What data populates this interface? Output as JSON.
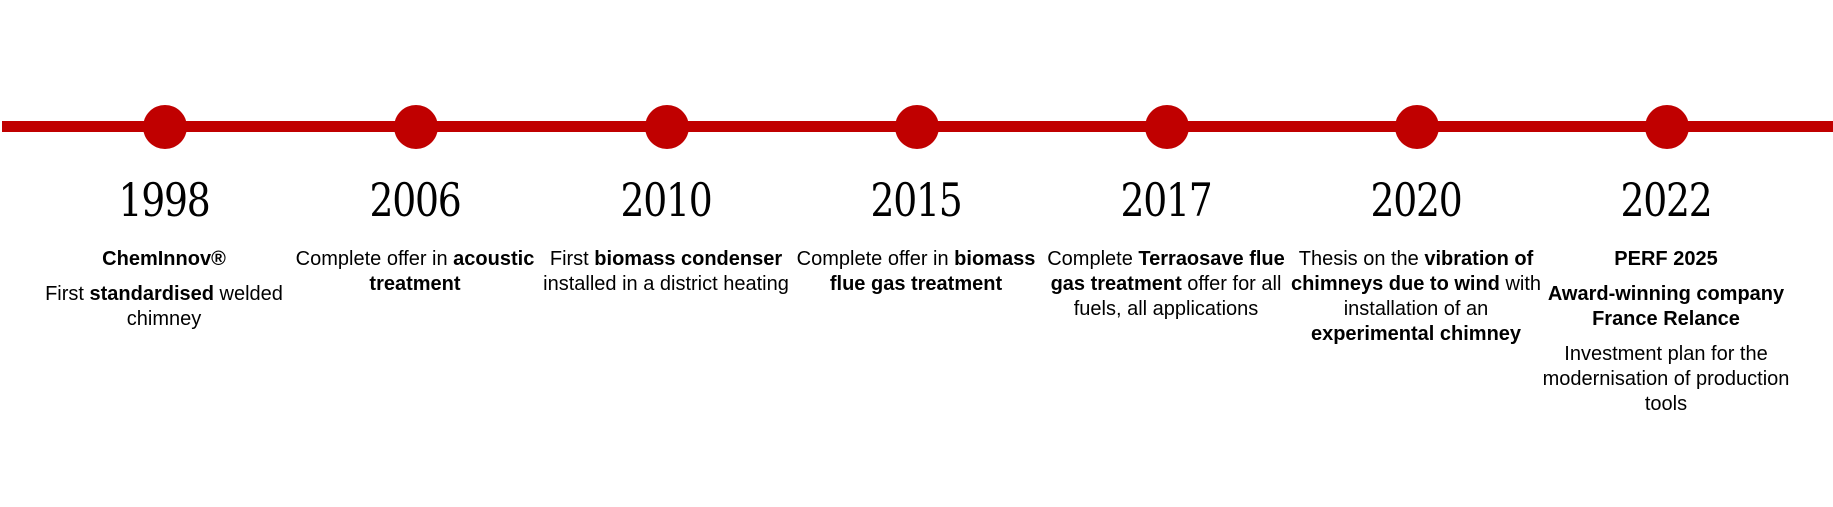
{
  "colors": {
    "accent": "#c00000"
  },
  "milestones": [
    {
      "year": "1998",
      "p1": {
        "a_bold": "ChemInnov®"
      },
      "p2": {
        "a": "First ",
        "b_bold": "standardised",
        "c": " welded chimney"
      }
    },
    {
      "year": "2006",
      "p1": {
        "a": "Complete offer in ",
        "b_bold": "acoustic treatment"
      }
    },
    {
      "year": "2010",
      "p1": {
        "a": "First ",
        "b_bold": "biomass condenser",
        "c": " installed in a district heating"
      }
    },
    {
      "year": "2015",
      "p1": {
        "a": "Complete offer in ",
        "b_bold": "biomass flue gas treatment"
      }
    },
    {
      "year": "2017",
      "p1": {
        "a": "Complete ",
        "b_bold": "Terraosave flue gas treatment",
        "c": " offer for all fuels, all applications"
      }
    },
    {
      "year": "2020",
      "p1": {
        "a": "Thesis on the ",
        "b_bold": "vibration of chimneys due to wind",
        "c": " with installation of an ",
        "d_bold": "experimental chimney"
      }
    },
    {
      "year": "2022",
      "p1": {
        "a_bold": "PERF 2025"
      },
      "p2": {
        "a_bold": "Award-winning company France Relance"
      },
      "p3": {
        "a": "Investment plan for the modernisation of production tools"
      }
    }
  ]
}
